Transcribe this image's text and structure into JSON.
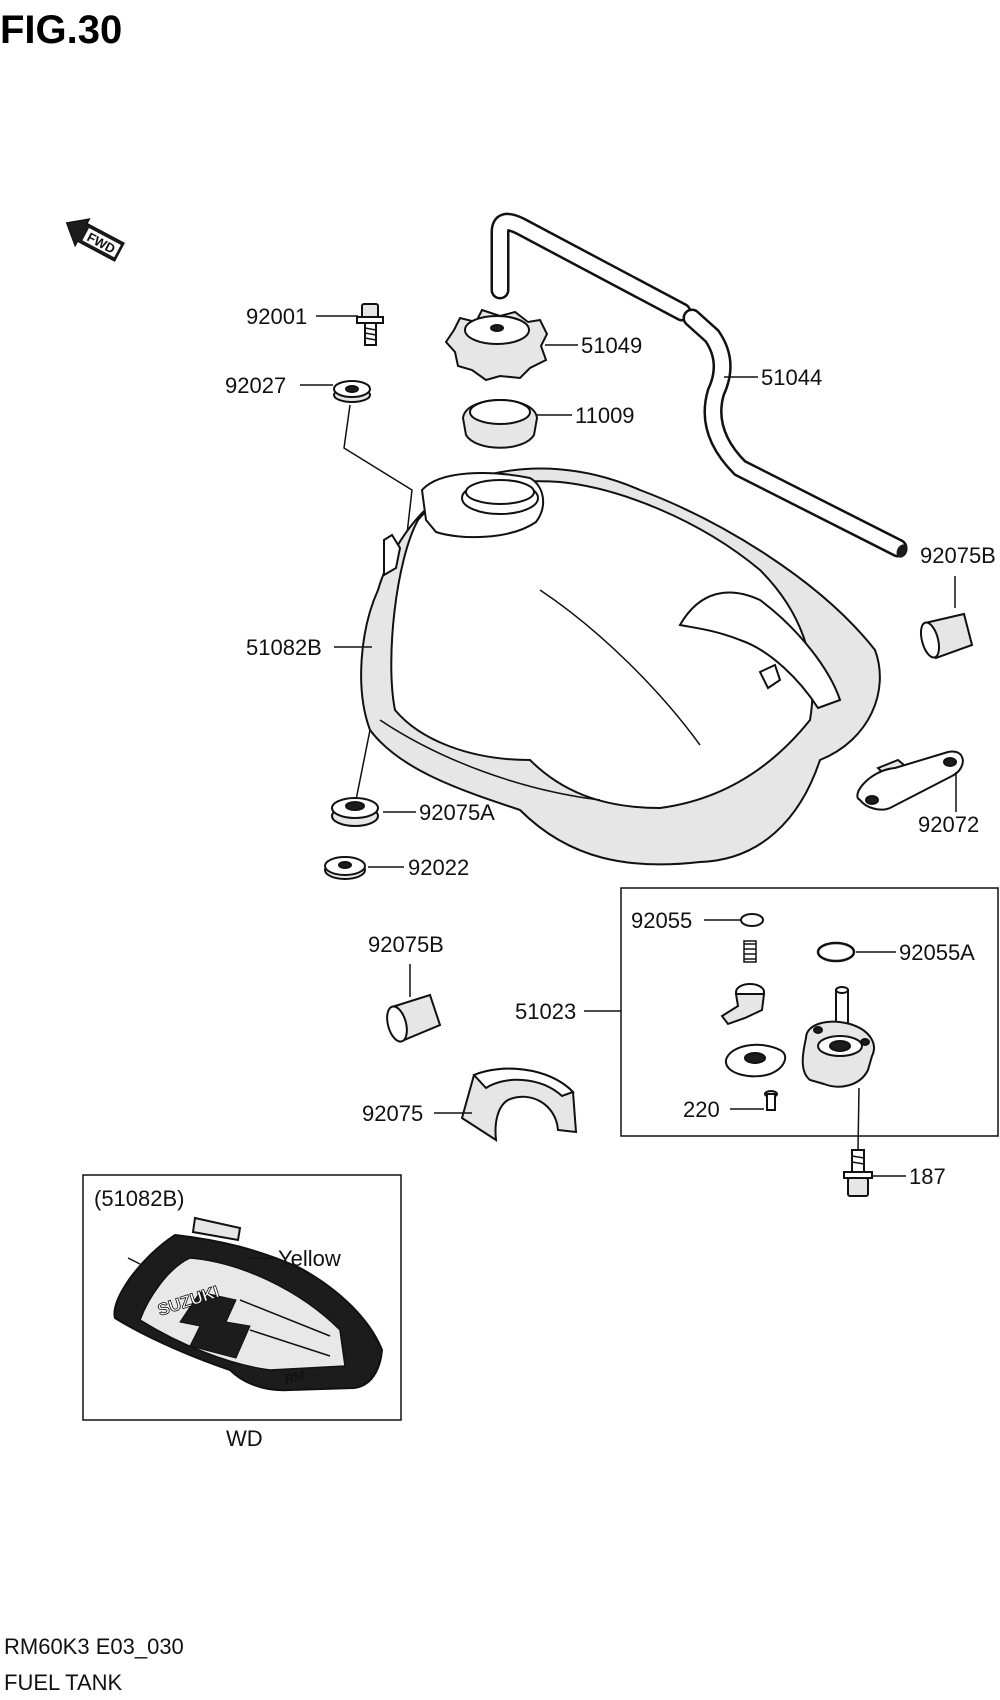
{
  "figure": {
    "title": "FIG.30"
  },
  "direction": {
    "label": "FWD"
  },
  "parts": {
    "p92001": "92001",
    "p51049": "51049",
    "p51044": "51044",
    "p92027": "92027",
    "p11009": "11009",
    "p92075B_top": "92075B",
    "p51082B": "51082B",
    "p92075A": "92075A",
    "p92072": "92072",
    "p92022": "92022",
    "p92055": "92055",
    "p92055A": "92055A",
    "p92075B_mid": "92075B",
    "p51023": "51023",
    "p92075": "92075",
    "p220": "220",
    "p187": "187"
  },
  "inset": {
    "ref": "(51082B)",
    "color_label": "Yellow",
    "brand_text": "SUZUKI",
    "badge_text": "RM",
    "caption": "WD"
  },
  "footer": {
    "code": "RM60K3 E03_030",
    "name": "FUEL TANK"
  }
}
